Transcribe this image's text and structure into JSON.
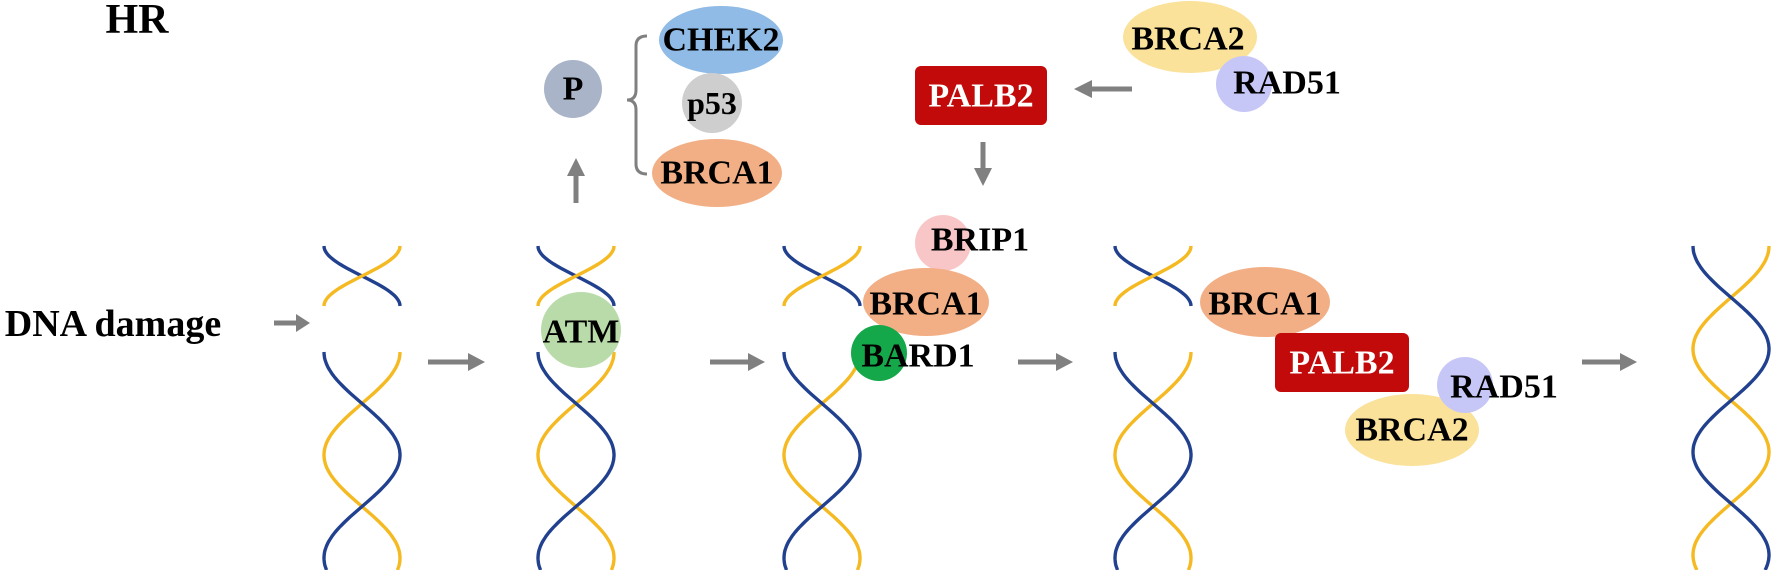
{
  "title": "HR",
  "start_label": "DNA damage",
  "phospho": {
    "label": "P"
  },
  "atm": {
    "label": "ATM"
  },
  "substrates": {
    "chek2": "CHEK2",
    "p53": "p53",
    "brca1": "BRCA1"
  },
  "recruit": {
    "brca2": "BRCA2",
    "rad51": "RAD51",
    "palb2": "PALB2"
  },
  "stage3": {
    "brip1": "BRIP1",
    "brca1": "BRCA1",
    "bard1": "BARD1"
  },
  "stage4": {
    "brca1": "BRCA1",
    "palb2": "PALB2",
    "rad51": "RAD51",
    "brca2": "BRCA2"
  },
  "colors": {
    "strand_blue": "#21418F",
    "strand_yellow": "#F5B921",
    "arrow": "#808080",
    "chek2": "#8FBBE6",
    "p53": "#CECECE",
    "brca1": "#F2AF86",
    "phospho": "#A9B4C9",
    "atm": "#B9DBA9",
    "brca2": "#FAE29A",
    "rad51": "#C7C7F7",
    "palb2": "#C20A0A",
    "brip1": "#F9C6C8",
    "bard1": "#15A84A"
  }
}
